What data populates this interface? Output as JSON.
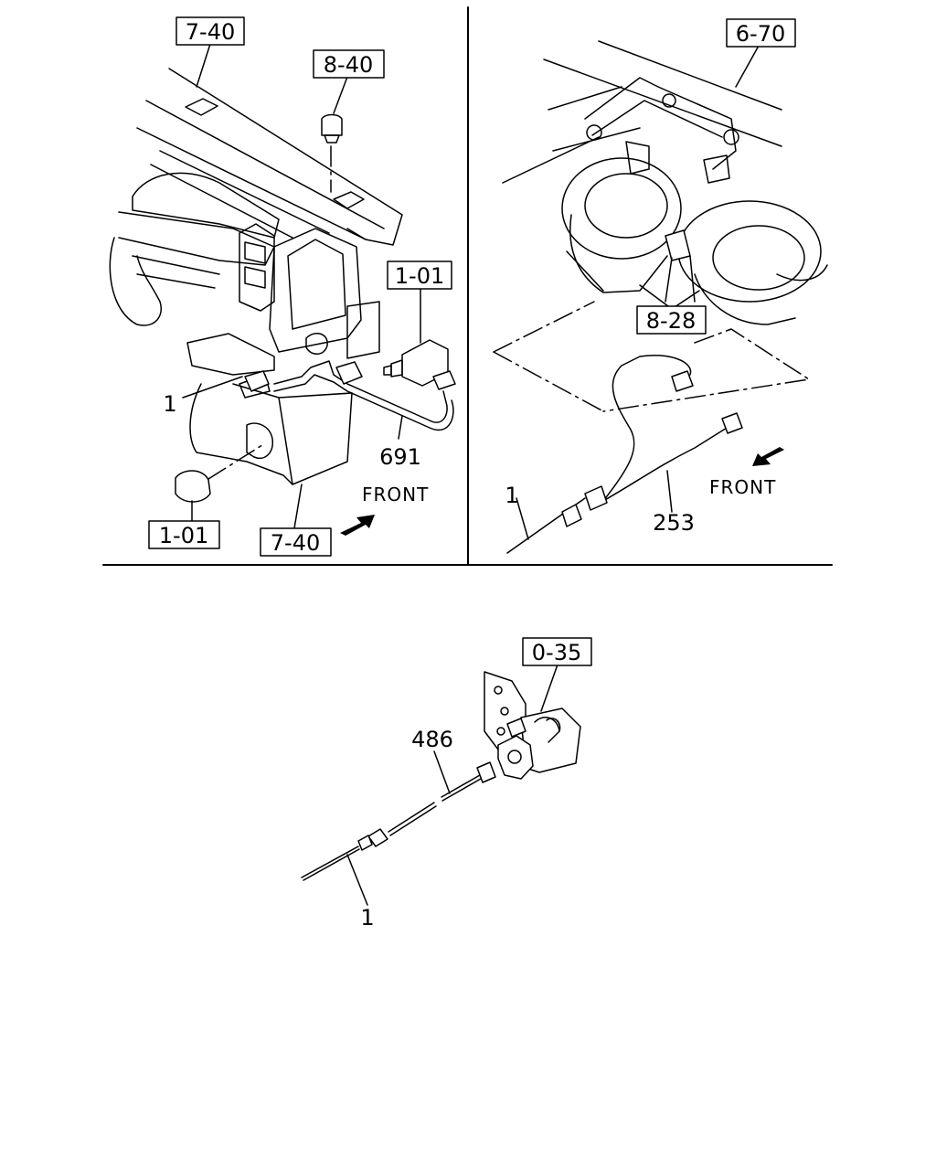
{
  "callouts": {
    "ref_7_40_top": "7-40",
    "ref_8_40": "8-40",
    "ref_1_01_switch": "1-01",
    "ref_1_01_lamp": "1-01",
    "ref_7_40_bottom": "7-40",
    "ref_6_70": "6-70",
    "ref_8_28": "8-28",
    "ref_0_35": "0-35"
  },
  "part_numbers": {
    "p1_dash": "1",
    "p691": "691",
    "p1_horn": "1",
    "p253": "253",
    "p486": "486",
    "p1_latch": "1"
  },
  "direction": {
    "front_left": "FRONT",
    "front_right": "FRONT"
  },
  "icons": {
    "front_arrow_left_panel": "arrow-up-right",
    "front_arrow_right_panel": "arrow-down-left"
  }
}
